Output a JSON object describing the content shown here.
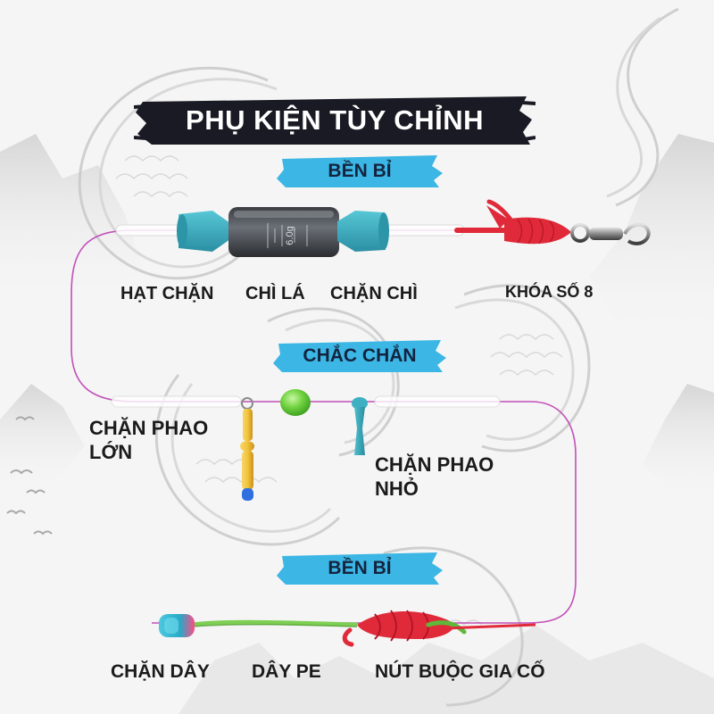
{
  "title": "PHỤ KIỆN TÙY CHỈNH",
  "tags": {
    "top": "BỀN BỈ",
    "middle": "CHẮC CHẮN",
    "bottom": "BỀN BỈ"
  },
  "labels": {
    "hat_chan": "HẠT CHẶN",
    "chi_la": "CHÌ LÁ",
    "chan_chi": "CHẶN CHÌ",
    "khoa_so_8": "KHÓA SỐ 8",
    "chan_phao_lon_1": "CHẶN PHAO",
    "chan_phao_lon_2": "LỚN",
    "chan_phao_nho_1": "CHẶN PHAO",
    "chan_phao_nho_2": "NHỎ",
    "chan_day": "CHẶN DÂY",
    "day_pe": "DÂY PE",
    "nut_buoc": "NÚT BUỘC GIA CỐ"
  },
  "sinker_mark": "6.0g",
  "colors": {
    "banner": "#1a1a24",
    "tag": "#3cb6e4",
    "teal": "#3fb0c2",
    "line": "#c24fb8",
    "red": "#e02a3a",
    "green": "#6fd13e",
    "yellow": "#f3c23a",
    "blue_tip": "#2f6fe0"
  }
}
